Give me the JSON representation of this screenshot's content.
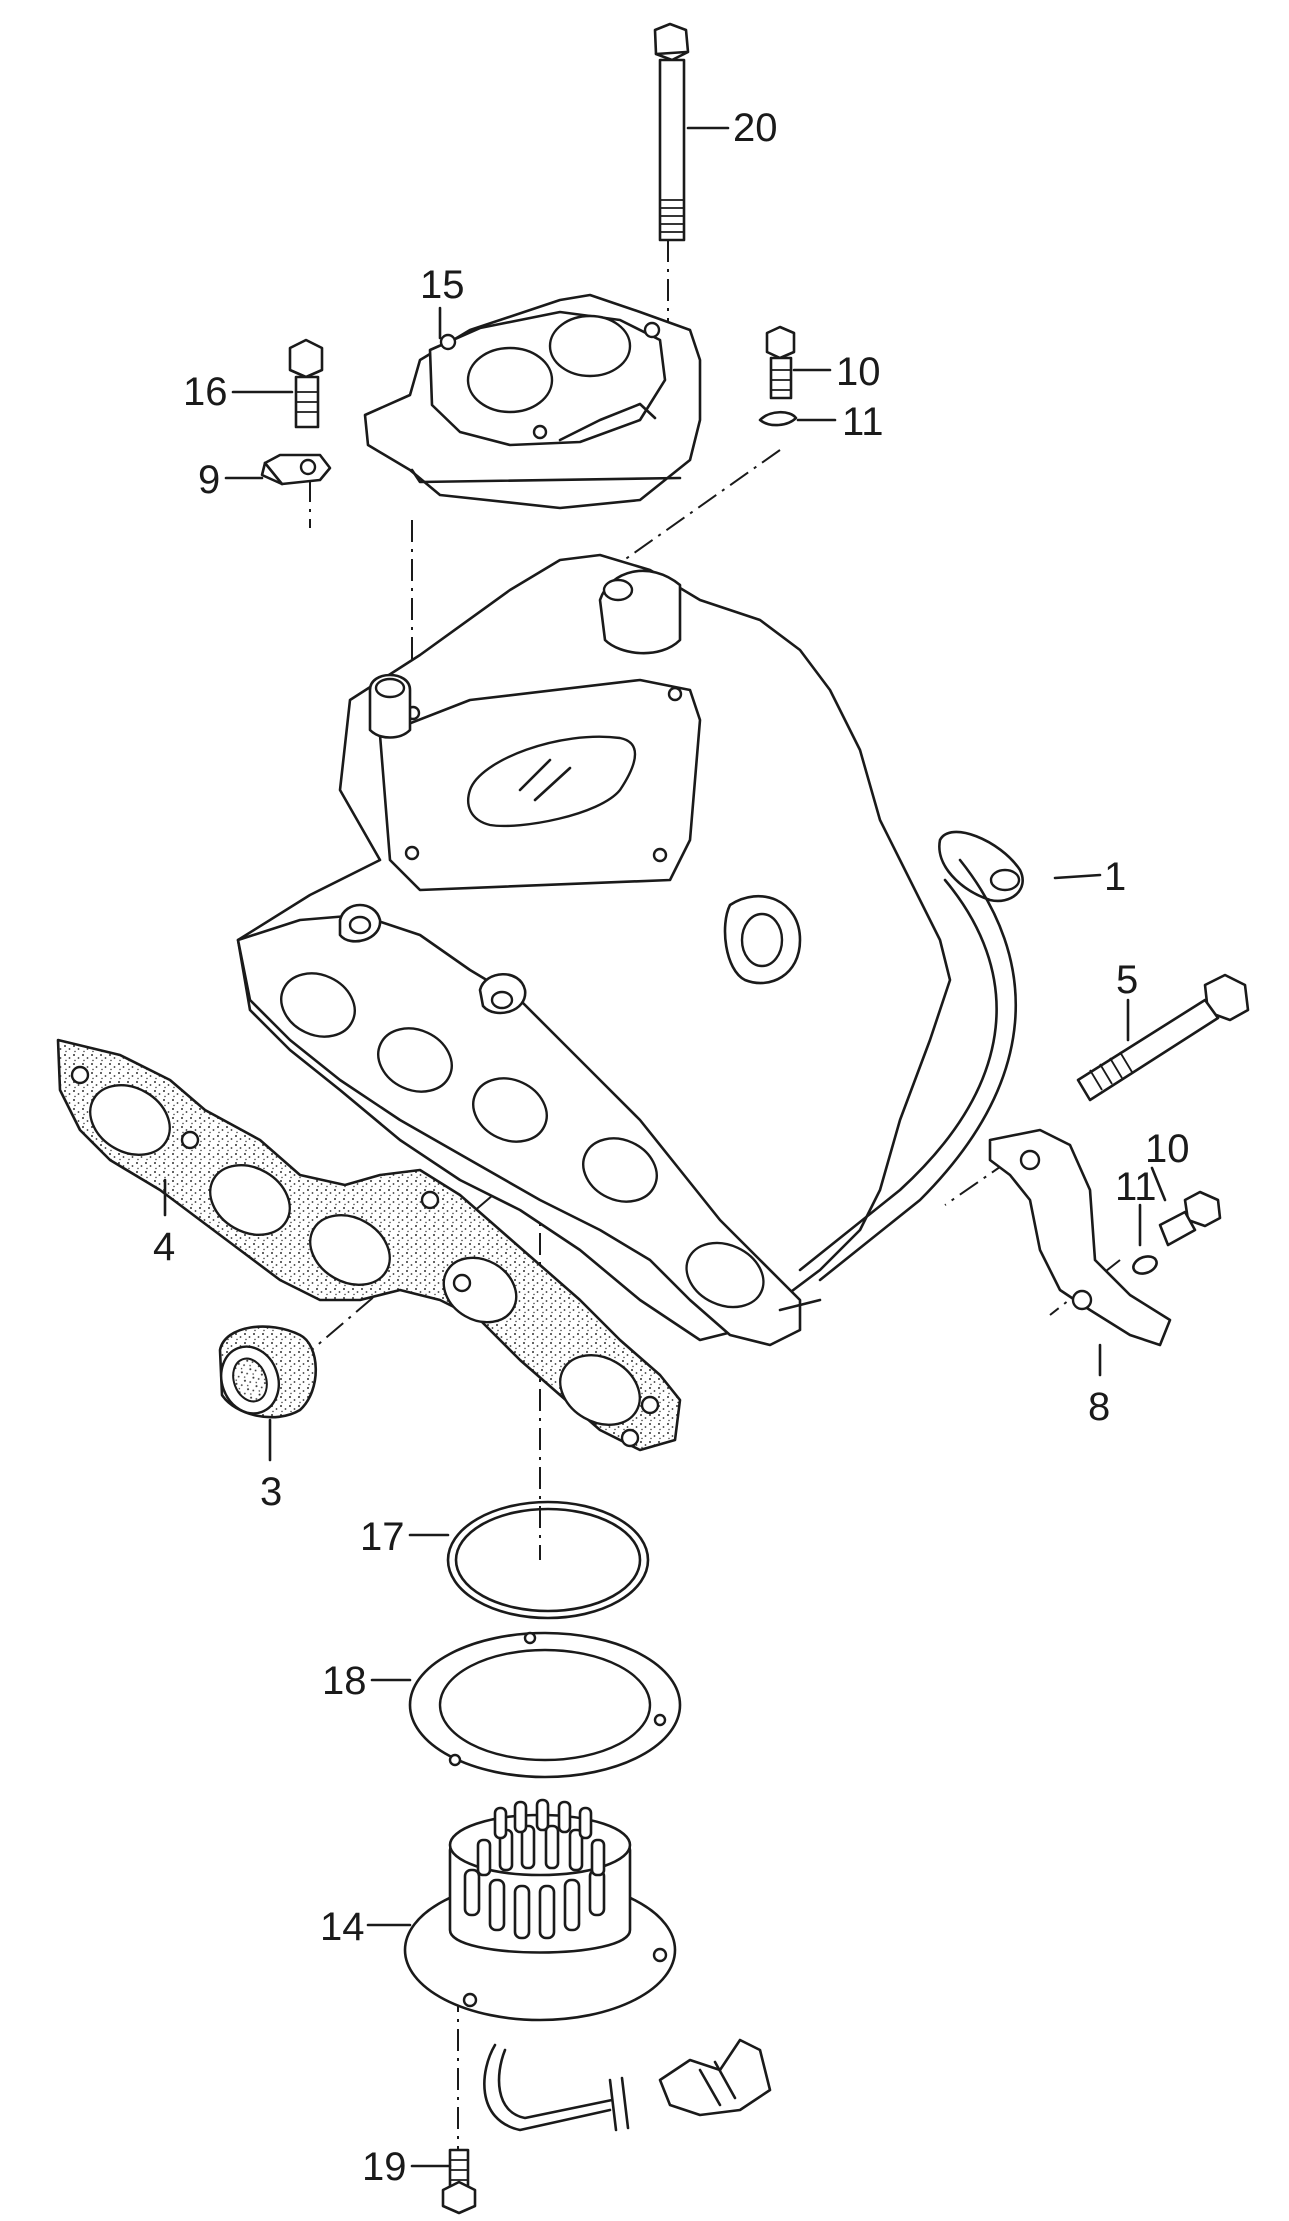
{
  "diagram": {
    "callouts": [
      {
        "id": "1",
        "text": "1"
      },
      {
        "id": "3",
        "text": "3"
      },
      {
        "id": "4",
        "text": "4"
      },
      {
        "id": "5",
        "text": "5"
      },
      {
        "id": "8",
        "text": "8"
      },
      {
        "id": "9",
        "text": "9"
      },
      {
        "id": "10a",
        "text": "10"
      },
      {
        "id": "10b",
        "text": "10"
      },
      {
        "id": "11a",
        "text": "11"
      },
      {
        "id": "11b",
        "text": "11"
      },
      {
        "id": "14",
        "text": "14"
      },
      {
        "id": "15",
        "text": "15"
      },
      {
        "id": "16",
        "text": "16"
      },
      {
        "id": "17",
        "text": "17"
      },
      {
        "id": "18",
        "text": "18"
      },
      {
        "id": "19",
        "text": "19"
      },
      {
        "id": "20",
        "text": "20"
      }
    ]
  }
}
